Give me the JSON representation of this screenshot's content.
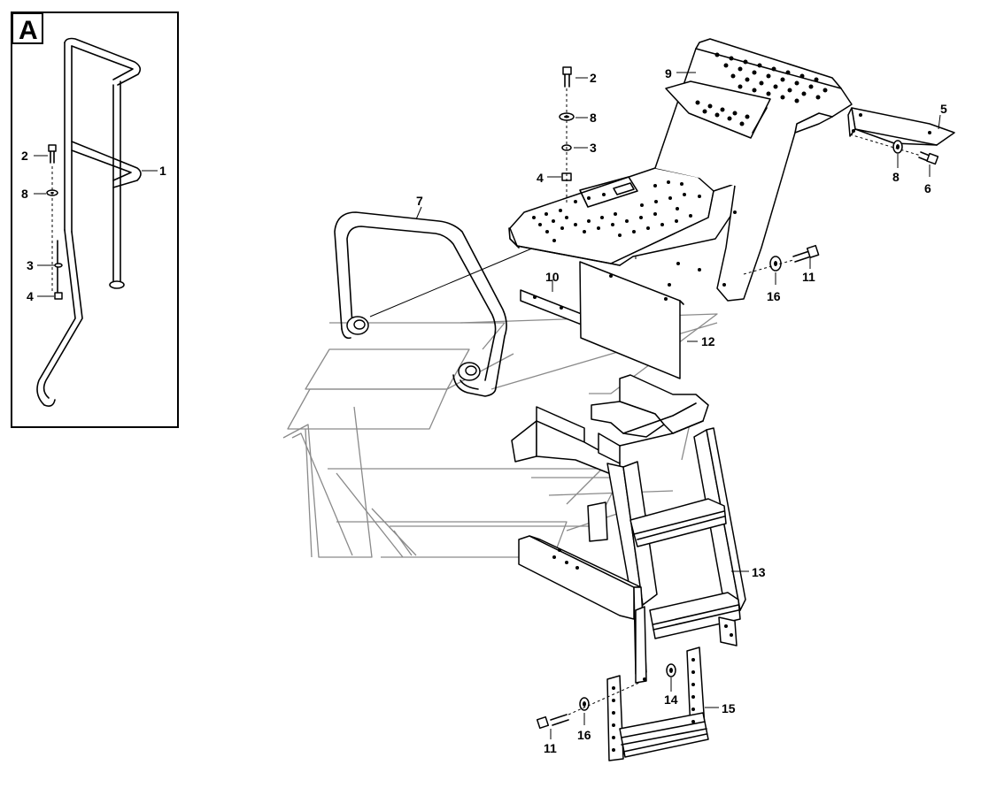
{
  "inset": {
    "letter": "A",
    "callouts": [
      {
        "id": "1",
        "label": "1"
      },
      {
        "id": "2",
        "label": "2"
      },
      {
        "id": "8",
        "label": "8"
      },
      {
        "id": "3",
        "label": "3"
      },
      {
        "id": "4",
        "label": "4"
      }
    ]
  },
  "callouts": [
    {
      "id": "c2",
      "label": "2"
    },
    {
      "id": "c8",
      "label": "8"
    },
    {
      "id": "c3",
      "label": "3"
    },
    {
      "id": "c4",
      "label": "4"
    },
    {
      "id": "c9",
      "label": "9"
    },
    {
      "id": "c5",
      "label": "5"
    },
    {
      "id": "c8b",
      "label": "8"
    },
    {
      "id": "c6",
      "label": "6"
    },
    {
      "id": "c7",
      "label": "7"
    },
    {
      "id": "c10",
      "label": "10"
    },
    {
      "id": "c16",
      "label": "16"
    },
    {
      "id": "c11",
      "label": "11"
    },
    {
      "id": "c12",
      "label": "12"
    },
    {
      "id": "c13",
      "label": "13"
    },
    {
      "id": "c14",
      "label": "14"
    },
    {
      "id": "c15",
      "label": "15"
    },
    {
      "id": "c16b",
      "label": "16"
    },
    {
      "id": "c11b",
      "label": "11"
    }
  ]
}
